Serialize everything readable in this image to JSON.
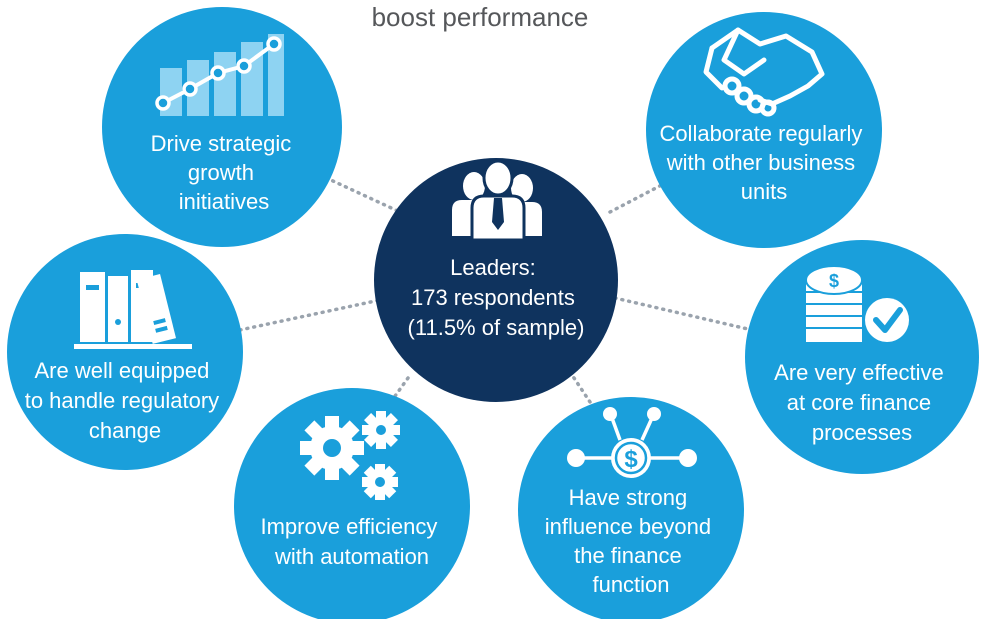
{
  "caption": "boost performance",
  "colors": {
    "outer_circle": "#1a9fdb",
    "center_circle": "#0f335e",
    "text": "#ffffff",
    "connector": "#9aa3ad",
    "caption": "#55575a"
  },
  "center": {
    "line1": "Leaders:",
    "line2": "173 respondents",
    "line3": "(11.5% of sample)",
    "icon": "people-group-icon"
  },
  "nodes": [
    {
      "id": "growth",
      "icon": "growth-chart-icon",
      "lines": [
        "Drive strategic",
        "growth",
        "initiatives"
      ]
    },
    {
      "id": "collaborate",
      "icon": "handshake-icon",
      "lines": [
        "Collaborate regularly",
        "with other business",
        "units"
      ]
    },
    {
      "id": "regulatory",
      "icon": "binders-icon",
      "lines": [
        "Are well equipped",
        "to handle regulatory",
        "change"
      ]
    },
    {
      "id": "effective",
      "icon": "coins-check-icon",
      "lines": [
        "Are very effective",
        "at core finance",
        "processes"
      ]
    },
    {
      "id": "automation",
      "icon": "gears-icon",
      "lines": [
        "Improve efficiency",
        "with automation"
      ]
    },
    {
      "id": "influence",
      "icon": "dollar-network-icon",
      "lines": [
        "Have strong",
        "influence beyond",
        "the finance",
        "function"
      ]
    }
  ]
}
